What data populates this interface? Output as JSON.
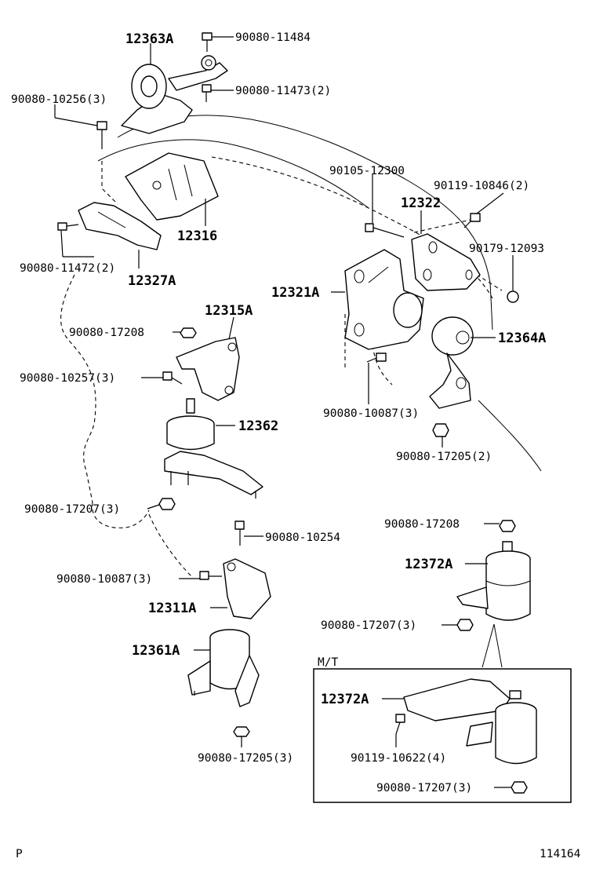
{
  "labels": {
    "p12363A": "12363A",
    "p90080_11484": "90080-11484",
    "p90080_11473": "90080-11473(2)",
    "p90080_10256": "90080-10256(3)",
    "p90105_12300": "90105-12300",
    "p90119_10846": "90119-10846(2)",
    "p12322": "12322",
    "p12316": "12316",
    "p90080_11472": "90080-11472(2)",
    "p12327A": "12327A",
    "p90179_12093": "90179-12093",
    "p12321A": "12321A",
    "p12315A": "12315A",
    "p90080_17208a": "90080-17208",
    "p12364A": "12364A",
    "p90080_10257": "90080-10257(3)",
    "p90080_10087b": "90080-10087(3)",
    "p12362": "12362",
    "p90080_17205b": "90080-17205(2)",
    "p90080_17207a": "90080-17207(3)",
    "p90080_17208b": "90080-17208",
    "p90080_10254": "90080-10254",
    "p12372A": "12372A",
    "p90080_10087a": "90080-10087(3)",
    "p12311A": "12311A",
    "p90080_17207b": "90080-17207(3)",
    "p12361A": "12361A",
    "mt": "M/T",
    "p12372A_mt": "12372A",
    "p90119_10622": "90119-10622(4)",
    "p90080_17205a": "90080-17205(3)",
    "p90080_17207c": "90080-17207(3)",
    "corner_left": "P",
    "corner_right": "114164"
  }
}
